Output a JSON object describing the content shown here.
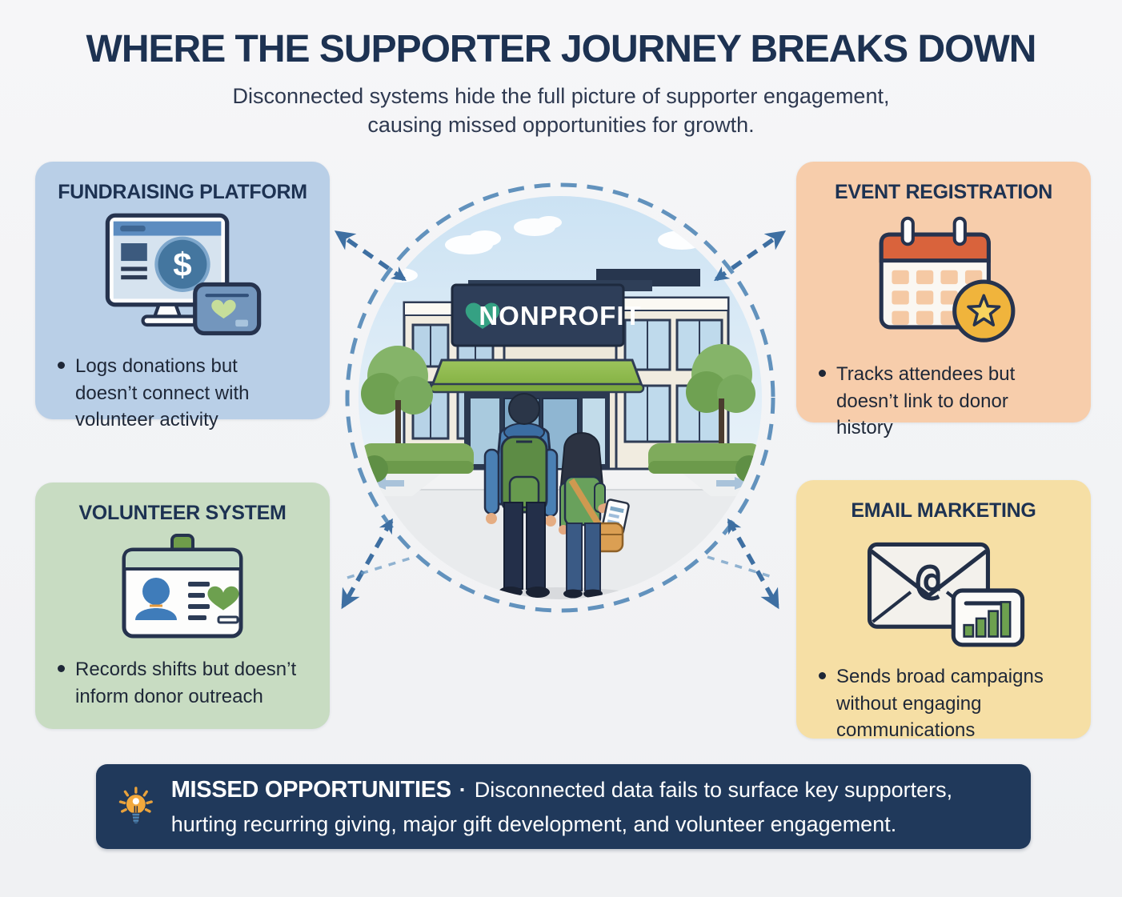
{
  "header": {
    "title": "WHERE THE SUPPORTER JOURNEY BREAKS DOWN",
    "subtitle_line1": "Disconnected systems hide the full picture of supporter engagement,",
    "subtitle_line2": "causing missed opportunities for growth."
  },
  "cards": [
    {
      "title": "FUNDRAISING PLATFORM",
      "bullet": "Logs donations but doesn’t connect with volunteer activity",
      "bg_color": "#b9cfe7",
      "icon": "donation-monitor-icon"
    },
    {
      "title": "EVENT REGISTRATION",
      "bullet": "Tracks attendees but doesn’t link to donor history",
      "bg_color": "#f7cdab",
      "icon": "calendar-star-icon"
    },
    {
      "title": "VOLUNTEER SYSTEM",
      "bullet": "Records shifts but doesn’t inform donor outreach",
      "bg_color": "#c8dcc2",
      "icon": "id-badge-icon"
    },
    {
      "title": "EMAIL MARKETING",
      "bullet": "Sends broad campaigns without engaging communications",
      "bg_color": "#f6dfa5",
      "icon": "envelope-chart-icon"
    }
  ],
  "center": {
    "sign_text": "NONPROFIT",
    "heart_icon": "heart-icon"
  },
  "icons": {
    "dollar_glyph": "$",
    "at_glyph": "@"
  },
  "banner": {
    "heading": "MISSED OPPORTUNITIES",
    "separator": "·",
    "body": "Disconnected data fails to surface key supporters, hurting recurring giving, major gift development, and volunteer engagement.",
    "bg_color": "#20395b",
    "icon": "lightbulb-icon"
  },
  "colors": {
    "title_text": "#1d3252",
    "body_text": "#1e2737",
    "arrow": "#3e6fa2",
    "circle_dash": "#6292bd",
    "sign_bg": "#2e3e59",
    "awning_green": "#8db84d",
    "heart_green": "#35a183"
  }
}
